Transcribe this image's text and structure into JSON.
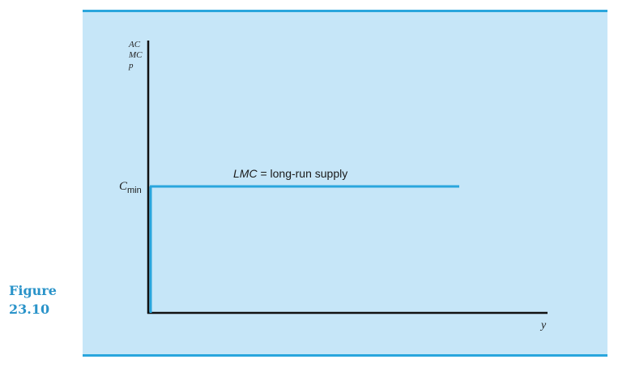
{
  "figure": {
    "label_line1": "Figure",
    "label_line2": "23.10"
  },
  "chart_data": {
    "type": "line",
    "title": "",
    "ylabel_lines": [
      "AC",
      "MC",
      "p"
    ],
    "xlabel": "y",
    "ytick_label": {
      "main": "C",
      "sub": "min"
    },
    "series": [
      {
        "name": "LMC = long-run supply",
        "label_italic": "LMC",
        "label_rest": " = long-run supply",
        "type": "vertical-then-horizontal"
      }
    ],
    "grid": false,
    "legend": "none",
    "colors": {
      "axis": "#111111",
      "curve": "#2aa6dd",
      "panel": "#c6e6f8",
      "figure_label": "#2a93c9"
    }
  }
}
